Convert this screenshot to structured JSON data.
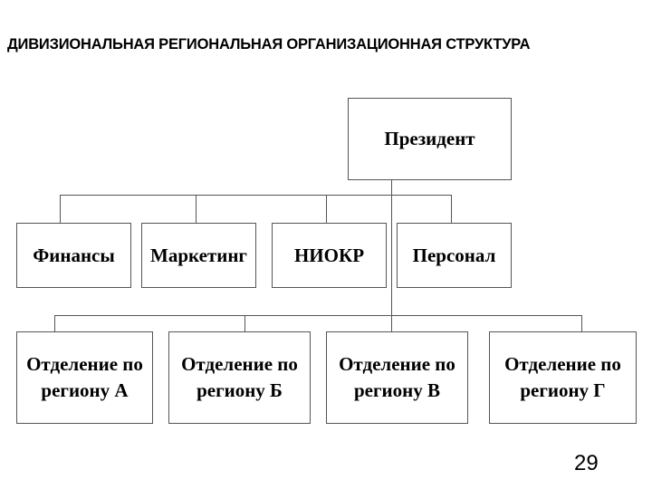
{
  "title": "ДИВИЗИОНАЛЬНАЯ РЕГИОНАЛЬНАЯ ОРГАНИЗАЦИОННАЯ СТРУКТУРА",
  "president": "Президент",
  "functions": [
    "Финансы",
    "Маркетинг",
    "НИОКР",
    "Персонал"
  ],
  "divisions": [
    "Отделение по региону А",
    "Отделение по региону Б",
    "Отделение по региону В",
    "Отделение по региону Г"
  ],
  "page_number": "29"
}
